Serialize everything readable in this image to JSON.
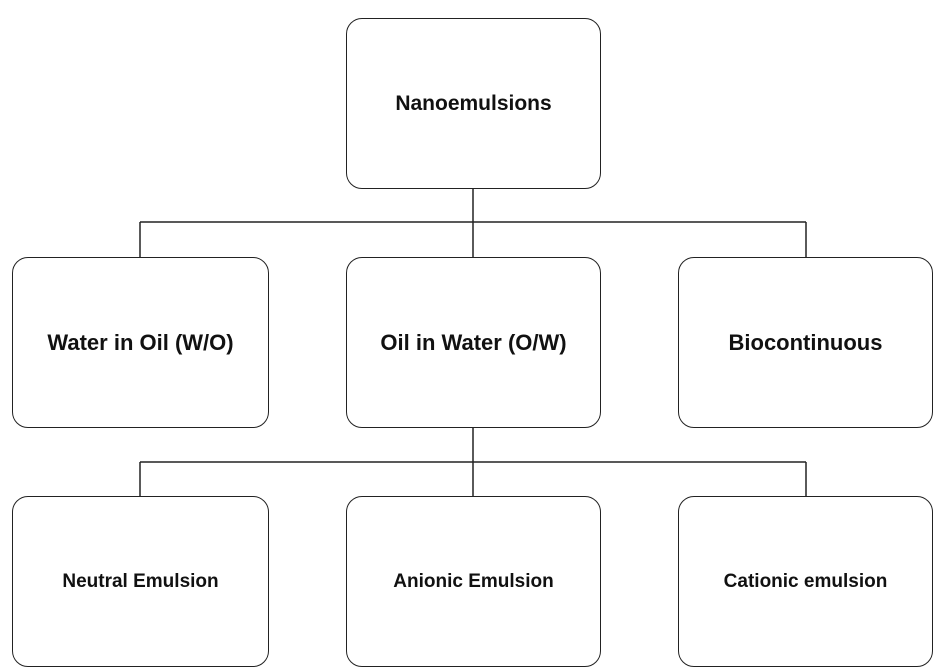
{
  "diagram": {
    "root": {
      "label": "Nanoemulsions"
    },
    "types": [
      {
        "label": "Water in Oil (W/O)"
      },
      {
        "label": "Oil in Water (O/W)"
      },
      {
        "label": "Biocontinuous"
      }
    ],
    "subtypes": [
      {
        "label": "Neutral Emulsion"
      },
      {
        "label": "Anionic Emulsion"
      },
      {
        "label": "Cationic emulsion"
      }
    ]
  },
  "colors": {
    "stroke": "#222222",
    "text": "#111111",
    "background": "#ffffff"
  }
}
